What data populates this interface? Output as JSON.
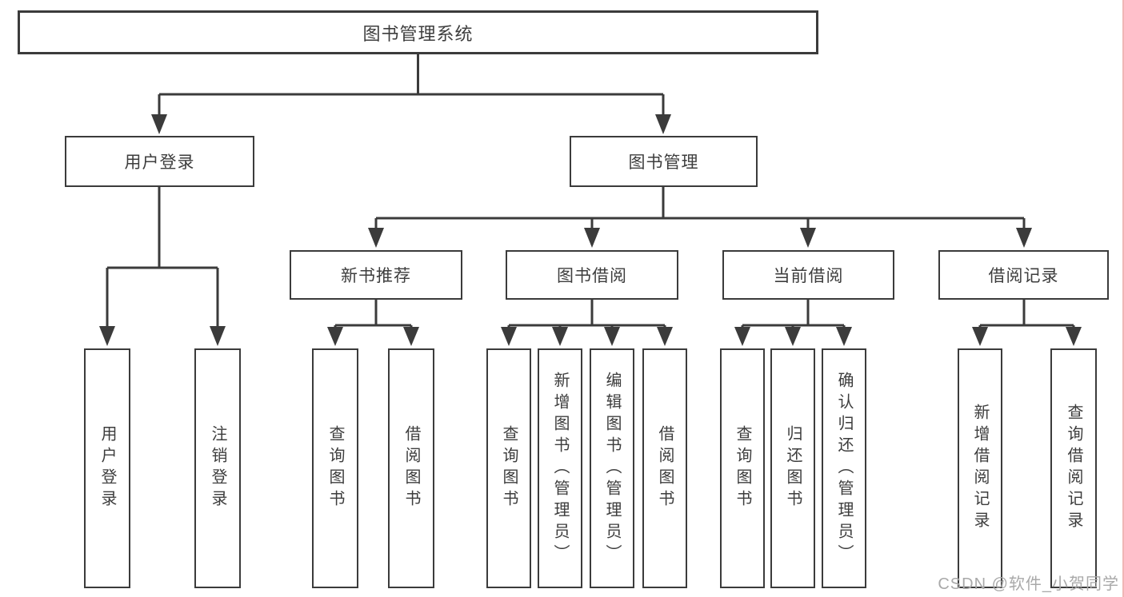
{
  "tree": {
    "root": {
      "label": "图书管理系统",
      "children": [
        {
          "label": "用户登录",
          "children": [
            {
              "label": "用户登录"
            },
            {
              "label": "注销登录"
            }
          ]
        },
        {
          "label": "图书管理",
          "children": [
            {
              "label": "新书推荐",
              "children": [
                {
                  "label": "查询图书"
                },
                {
                  "label": "借阅图书"
                }
              ]
            },
            {
              "label": "图书借阅",
              "children": [
                {
                  "label": "查询图书"
                },
                {
                  "label": "新增图书（管理员）"
                },
                {
                  "label": "编辑图书（管理员）"
                },
                {
                  "label": "借阅图书"
                }
              ]
            },
            {
              "label": "当前借阅",
              "children": [
                {
                  "label": "查询图书"
                },
                {
                  "label": "归还图书"
                },
                {
                  "label": "确认归还（管理员）"
                }
              ]
            },
            {
              "label": "借阅记录",
              "children": [
                {
                  "label": "新增借阅记录"
                },
                {
                  "label": "查询借阅记录"
                }
              ]
            }
          ]
        }
      ]
    }
  },
  "watermark": {
    "text": "CSDN @软件_小贺同学"
  },
  "colors": {
    "line": "#3b3b3b",
    "node_border": "#3b3b3b",
    "node_text": "#3d3d3d",
    "background": "#ffffff",
    "watermark_text": "#a9a9a9",
    "right_edge_strip": "#ec9e9e"
  }
}
